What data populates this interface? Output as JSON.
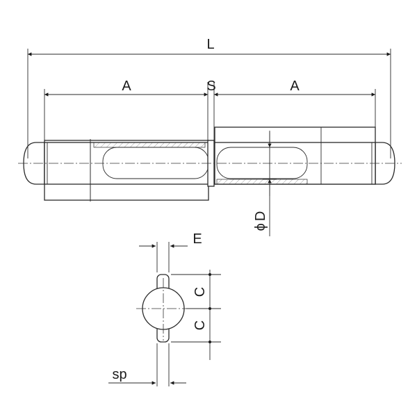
{
  "labels": {
    "overall_length": "L",
    "segment_left": "A",
    "gap": "S",
    "segment_right": "A",
    "diameter_symbol": "ϕ",
    "diameter_letter": "D",
    "wing_width": "E",
    "upper_half": "C",
    "lower_half": "C",
    "thickness": "sp"
  },
  "colors": {
    "line": "#2a2a2a",
    "text": "#1a1a1a",
    "background": "#ffffff"
  }
}
